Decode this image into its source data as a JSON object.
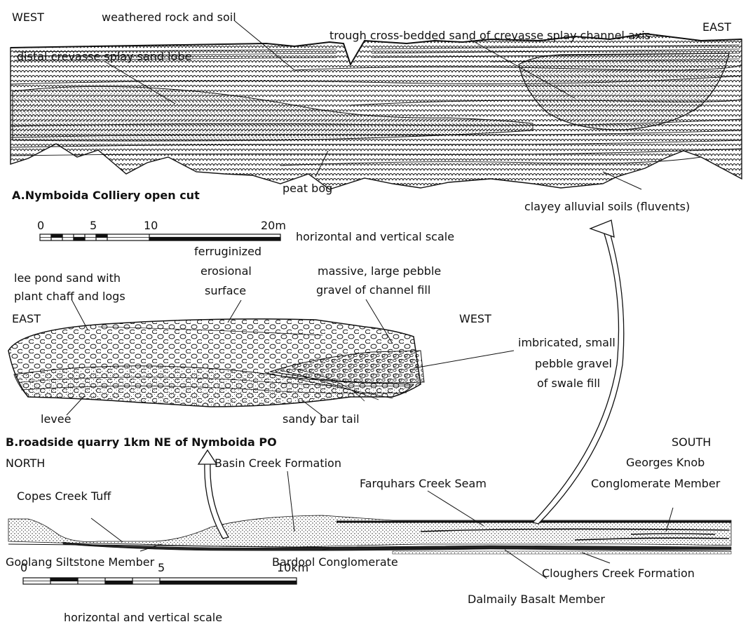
{
  "panel_a": {
    "title": "A.Nymboida Colliery open cut",
    "west": "WEST",
    "east": "EAST",
    "labels": {
      "weathered": "weathered rock and soil",
      "trough": "trough cross-bedded sand of crevasse splay channel axis",
      "distal": "distal crevasse splay sand lobe",
      "peat_bog": "peat bog",
      "clayey": "clayey alluvial soils (fluvents)"
    },
    "scale": {
      "ticks": [
        "0",
        "5",
        "10",
        "20m"
      ],
      "caption": "horizontal and vertical scale"
    }
  },
  "panel_b": {
    "title": "B.roadside quarry 1km NE of Nymboida PO",
    "east": "EAST",
    "west": "WEST",
    "labels": {
      "ferruginized_1": "ferruginized",
      "ferruginized_2": "erosional",
      "ferruginized_3": "surface",
      "lee_pond_1": "lee pond sand with",
      "lee_pond_2": "plant chaff and logs",
      "massive_1": "massive, large pebble",
      "massive_2": "gravel of channel fill",
      "imbricated_1": "imbricated, small",
      "imbricated_2": "pebble gravel",
      "imbricated_3": "of swale fill",
      "levee": "levee",
      "sandy_bar": "sandy bar tail"
    }
  },
  "panel_c": {
    "north": "NORTH",
    "south": "SOUTH",
    "labels": {
      "basin_creek": "Basin Creek Formation",
      "copes_creek": "Copes Creek Tuff",
      "farquhars": "Farquhars Creek Seam",
      "georges_1": "Georges Knob",
      "georges_2": "Conglomerate Member",
      "goolang": "Goolang Siltstone Member",
      "bardool": "Bardool Conglomerate",
      "cloughers": "Cloughers Creek Formation",
      "dalmaily": "Dalmaily Basalt Member"
    },
    "scale": {
      "ticks": [
        "0",
        "5",
        "10km"
      ],
      "caption": "horizontal and vertical scale"
    }
  }
}
